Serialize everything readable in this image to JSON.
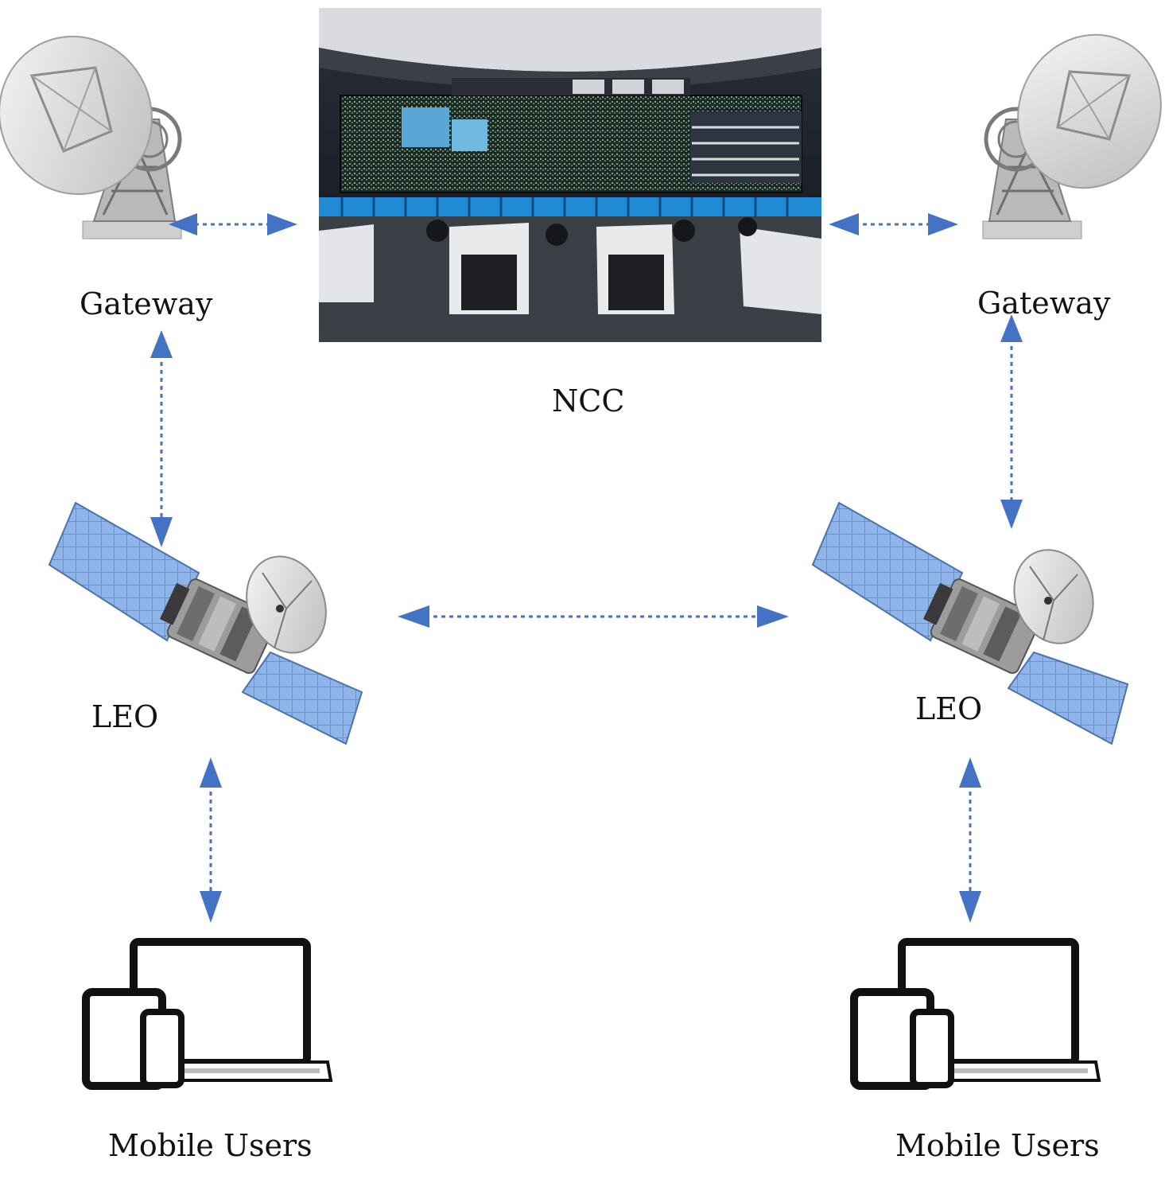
{
  "labels": {
    "gateway_left": "Gateway",
    "gateway_right": "Gateway",
    "ncc": "NCC",
    "leo_left": "LEO",
    "leo_right": "LEO",
    "mobile_left": "Mobile Users",
    "mobile_right": "Mobile Users"
  },
  "colors": {
    "arrow": "#4472C4",
    "panel": "#7FA8E0",
    "metal": "#9a9a9a",
    "device": "#111111"
  },
  "icons": [
    "gateway-dish-icon",
    "control-room-photo",
    "satellite-icon",
    "devices-icon"
  ]
}
